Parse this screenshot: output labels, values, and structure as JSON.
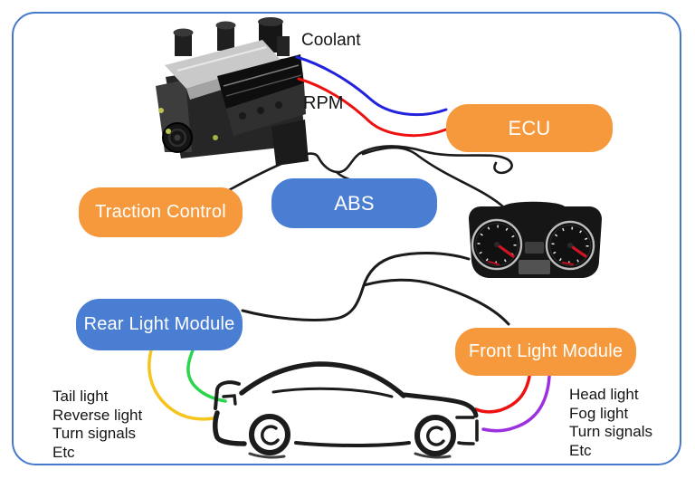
{
  "frame": {
    "border_color": "#4579CB"
  },
  "colors": {
    "module_orange": "#F5993C",
    "module_blue": "#4A7ED3",
    "wire_coolant_blue": "#2222DD",
    "wire_rpm_red": "#EE1111",
    "wire_yellow": "#F5C51E",
    "wire_green": "#2BD64D",
    "wire_front_red": "#EE1111",
    "wire_purple": "#9C2FE0",
    "wire_black": "#1B1B1B"
  },
  "modules": {
    "ecu": {
      "label": "ECU",
      "color": "#F5993C"
    },
    "abs": {
      "label": "ABS",
      "color": "#4A7ED3"
    },
    "traction_control": {
      "label": "Traction Control",
      "color": "#F5993C"
    },
    "rear_light_module": {
      "label": "Rear Light Module",
      "color": "#4A7ED3"
    },
    "front_light_module": {
      "label": "Front Light Module",
      "color": "#F5993C"
    }
  },
  "wire_labels": {
    "coolant": "Coolant",
    "rpm": "RPM"
  },
  "rear_light_functions": {
    "lines": [
      "Tail light",
      "Reverse light",
      "Turn signals",
      "Etc"
    ]
  },
  "front_light_functions": {
    "lines": [
      "Head light",
      "Fog light",
      "Turn signals",
      "Etc"
    ]
  },
  "illustrations": {
    "engine": "engine-photo",
    "instrument_cluster": "instrument-cluster-photo",
    "car": "car-outline-sketch"
  }
}
